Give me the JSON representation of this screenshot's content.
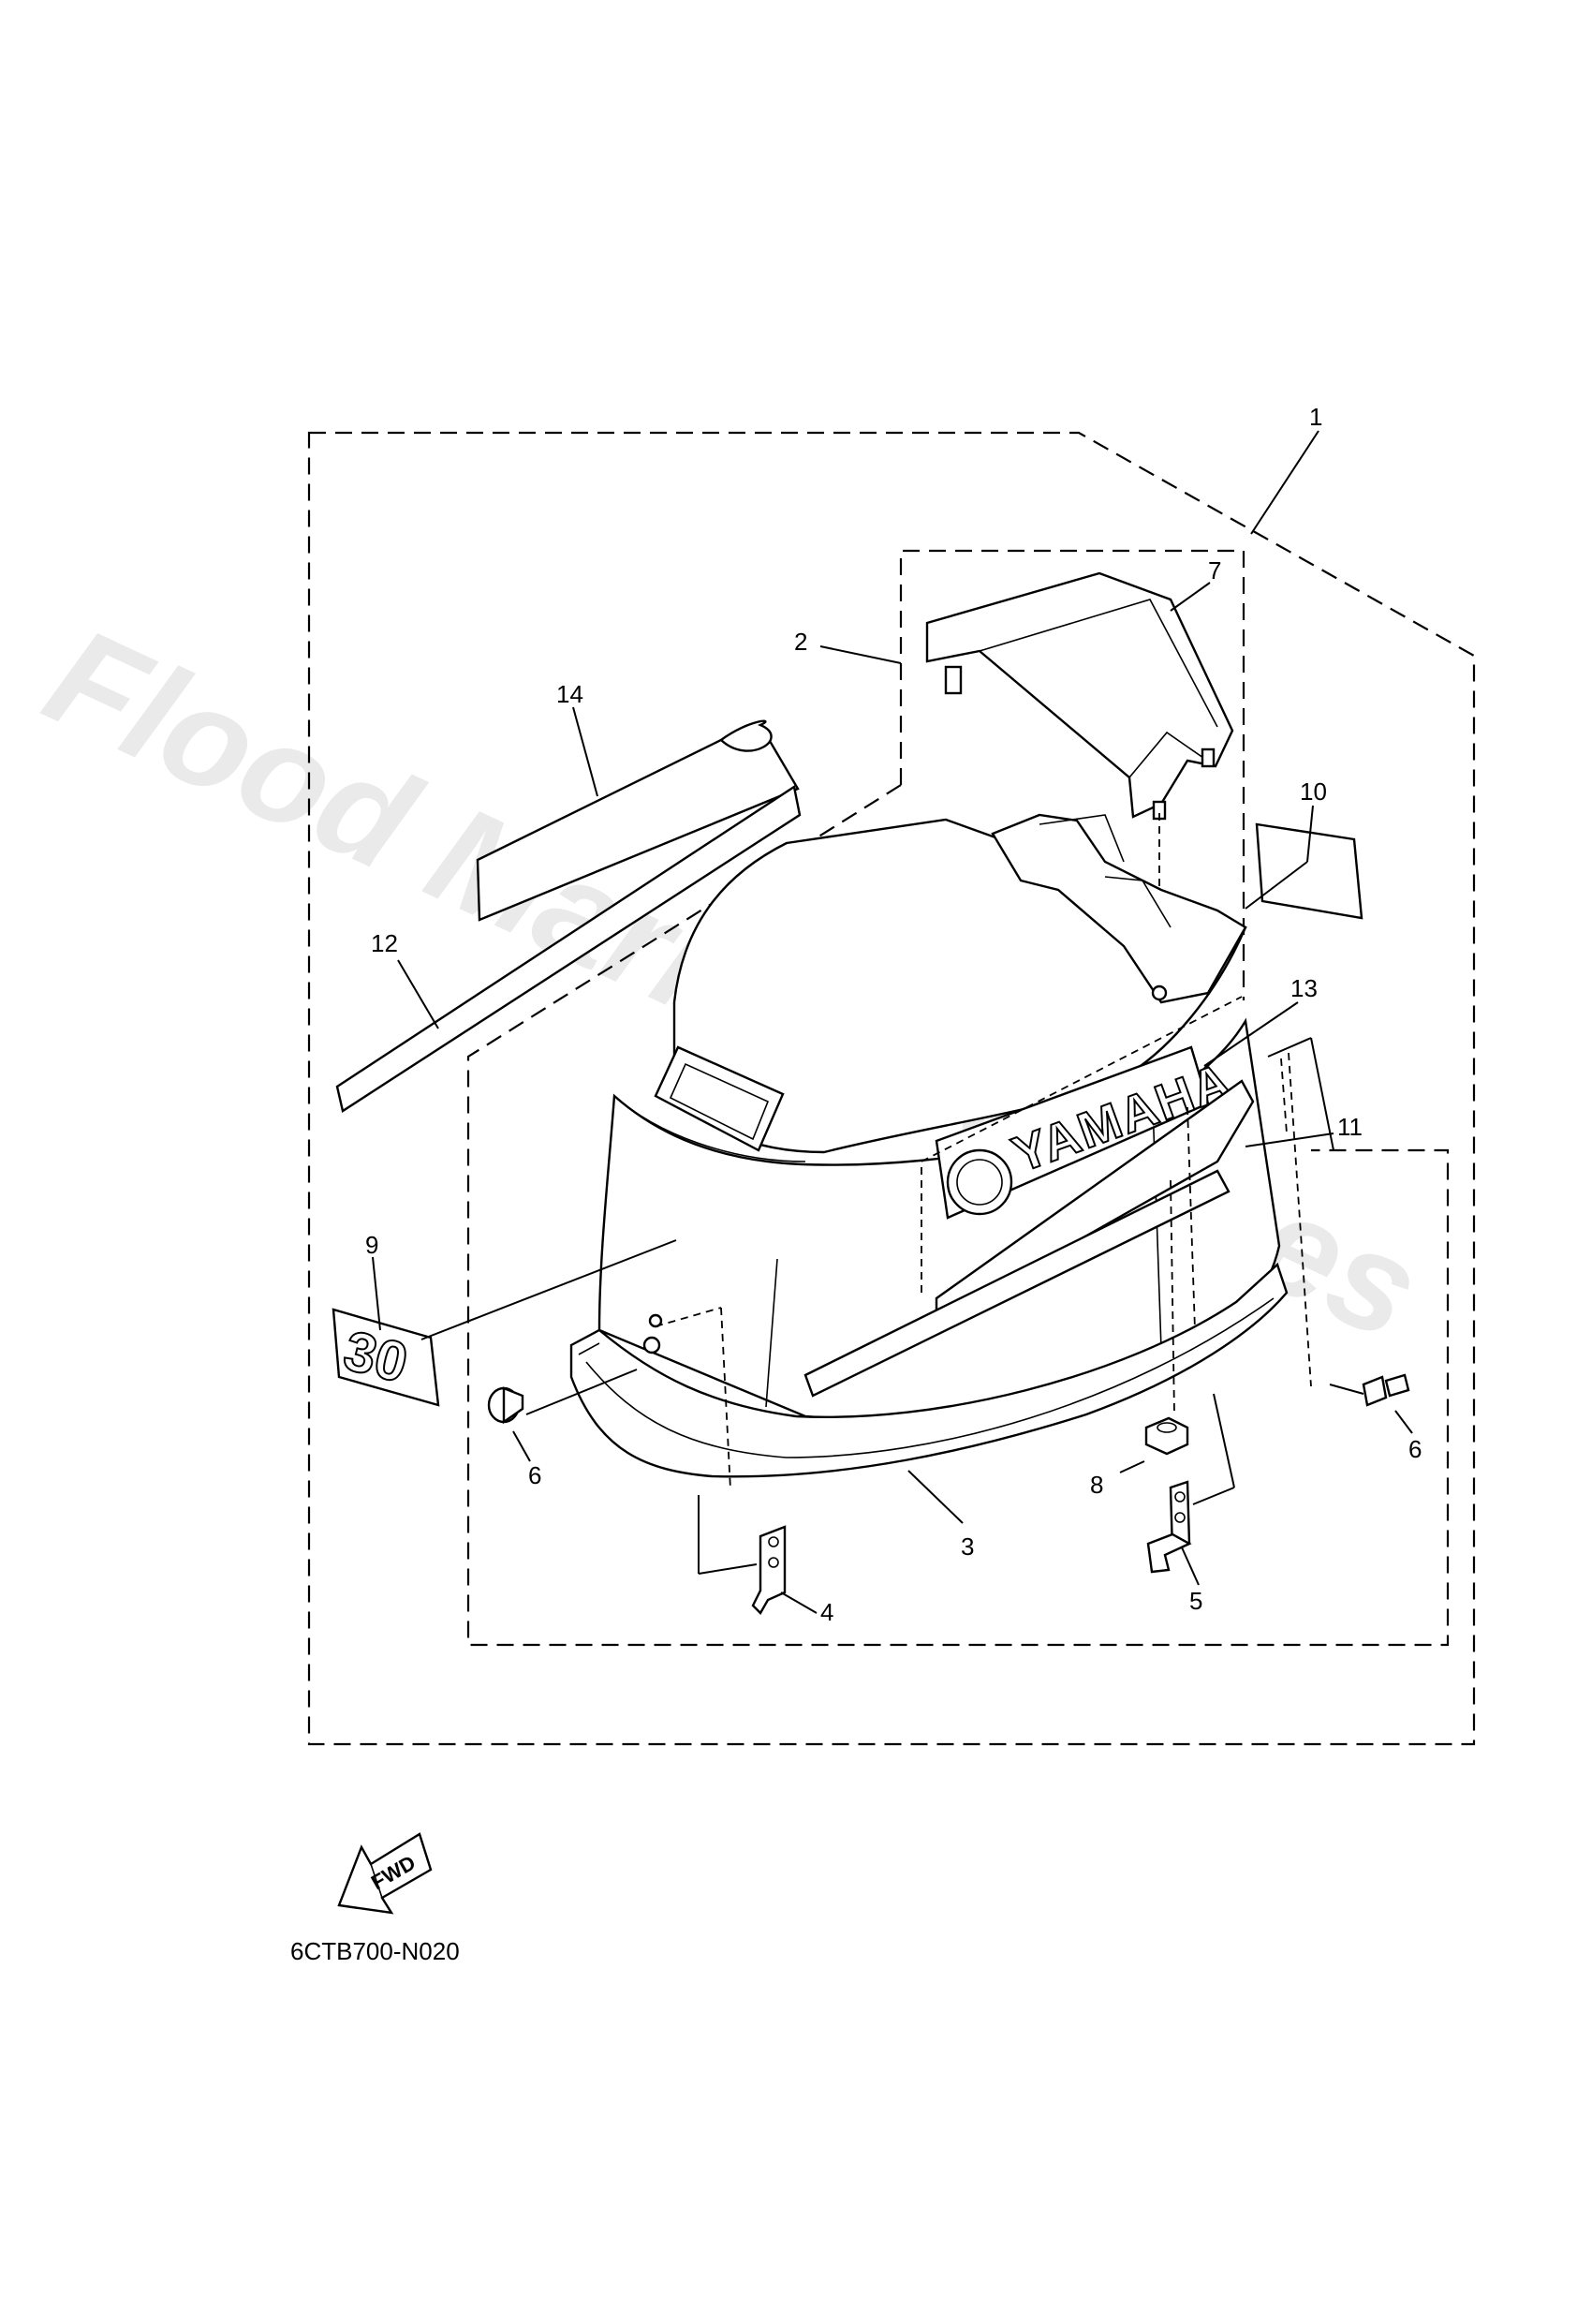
{
  "diagram": {
    "part_code": "6CTB700-N020",
    "fwd_label": "FWD",
    "brand_decal_text": "YAMAHA",
    "badge_text": "30",
    "watermark": "Flood Marine Services",
    "callouts": [
      "1",
      "2",
      "3",
      "4",
      "5",
      "6",
      "6",
      "7",
      "8",
      "9",
      "10",
      "11",
      "12",
      "13",
      "14"
    ]
  }
}
